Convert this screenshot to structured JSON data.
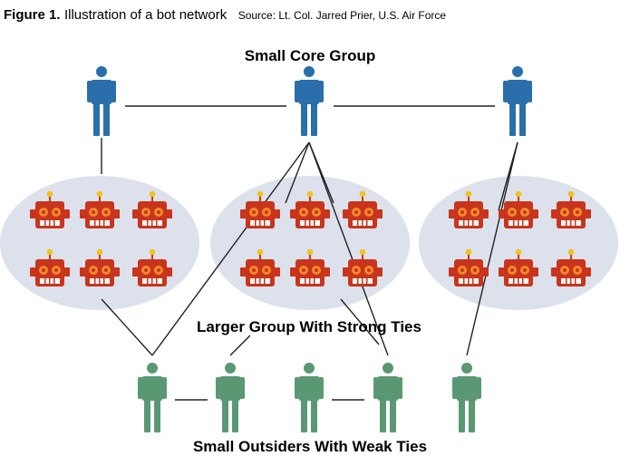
{
  "header": {
    "figure_label": "Figure 1.",
    "title": "Illustration of a bot network",
    "source": "Source: Lt. Col. Jarred Prier, U.S. Air Force"
  },
  "labels": {
    "core_group": "Small Core Group",
    "strong_ties": "Larger Group With Strong Ties",
    "weak_ties": "Small Outsiders With Weak Ties"
  },
  "colors": {
    "core_person": "#2a6fab",
    "outsider_person": "#5a9873",
    "robot_body": "#c9341c",
    "robot_eye": "#f18a2c",
    "robot_antenna": "#f2c21d",
    "ellipse": "#dde1ec",
    "line": "#222222"
  },
  "nodes": {
    "core_people": [
      "core-person-1",
      "core-person-2",
      "core-person-3"
    ],
    "bot_groups": [
      {
        "name": "bot-group-left",
        "bots": 6
      },
      {
        "name": "bot-group-center",
        "bots": 6
      },
      {
        "name": "bot-group-right",
        "bots": 6
      }
    ],
    "outsiders": [
      "outsider-1",
      "outsider-2",
      "outsider-3",
      "outsider-4",
      "outsider-5"
    ]
  }
}
